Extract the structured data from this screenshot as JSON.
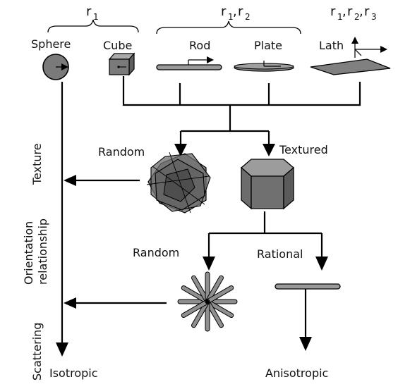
{
  "radius_groups": {
    "r1": {
      "base": "r",
      "subs": [
        "1"
      ]
    },
    "r1r2": {
      "base": "r",
      "subs": [
        "1",
        "2"
      ]
    },
    "r1r2r3": {
      "base": "r",
      "subs": [
        "1",
        "2",
        "3"
      ]
    }
  },
  "shapes": {
    "sphere": "Sphere",
    "cube": "Cube",
    "rod": "Rod",
    "plate": "Plate",
    "lath": "Lath"
  },
  "texture": {
    "random": "Random",
    "textured": "Textured"
  },
  "orientation": {
    "random": "Random",
    "rational": "Rational"
  },
  "side_labels": {
    "texture": "Texture",
    "orientation_line1": "Orientation",
    "orientation_line2": "relationship",
    "scattering": "Scattering"
  },
  "outcomes": {
    "isotropic": "Isotropic",
    "anisotropic": "Anisotropic"
  },
  "colors": {
    "shape_fill": "#7a7a7a",
    "shape_light": "#9a9a9a",
    "line": "#000000"
  }
}
